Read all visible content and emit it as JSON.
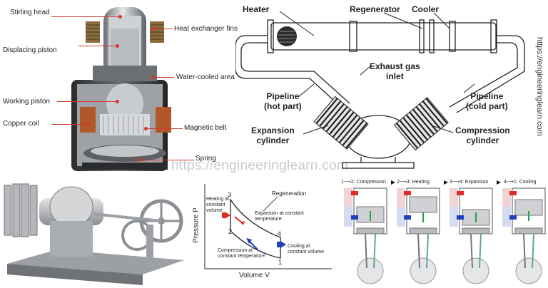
{
  "stirling_cutaway": {
    "labels": {
      "stirling_head": "Stirling head",
      "displacing_piston": "Displacing piston",
      "working_piston": "Working piston",
      "copper_coil": "Copper coil",
      "heat_exchanger_fins": "Heat exchanger fins",
      "water_cooled_area": "Water-cooled area",
      "magnetic_belt": "Magnetic belt",
      "spring": "Spring"
    }
  },
  "alpha_engine": {
    "labels": {
      "heater": "Heater",
      "regenerator": "Regenerator",
      "cooler": "Cooler",
      "exhaust_gas_inlet": "Exhaust gas\ninlet",
      "pipeline_hot": "Pipeline\n(hot part)",
      "pipeline_cold": "Pipeline\n(cold part)",
      "expansion_cylinder": "Expansion\ncylinder",
      "compression_cylinder": "Compression\ncylinder"
    }
  },
  "watermark": {
    "center": "https://engineeringlearn.com",
    "vertical": "https://engineeringlearn.com"
  },
  "pv_diagram": {
    "x_label": "Volume V",
    "y_label": "Pressure P",
    "regeneration": "Regeneration",
    "points": [
      "1",
      "2",
      "3",
      "4"
    ],
    "annotations": {
      "heating": "Heating at\nconstant\nvolume",
      "expansion": "Expansion at constant\ntemperature",
      "compression": "Compression at\nconstant temperature",
      "cooling": "Cooling at\nconstant volume"
    }
  },
  "cycle_steps": [
    {
      "label": "1⟶2: Compression"
    },
    {
      "label": "2⟶3: Heating"
    },
    {
      "label": "3⟶4: Expansion"
    },
    {
      "label": "4⟶1: Cooling"
    }
  ],
  "colors": {
    "hot": "#e02a2a",
    "cold": "#1f3fbf",
    "green": "#22a04a",
    "leader": "#d23a2a",
    "metal": "#a9acb0"
  }
}
